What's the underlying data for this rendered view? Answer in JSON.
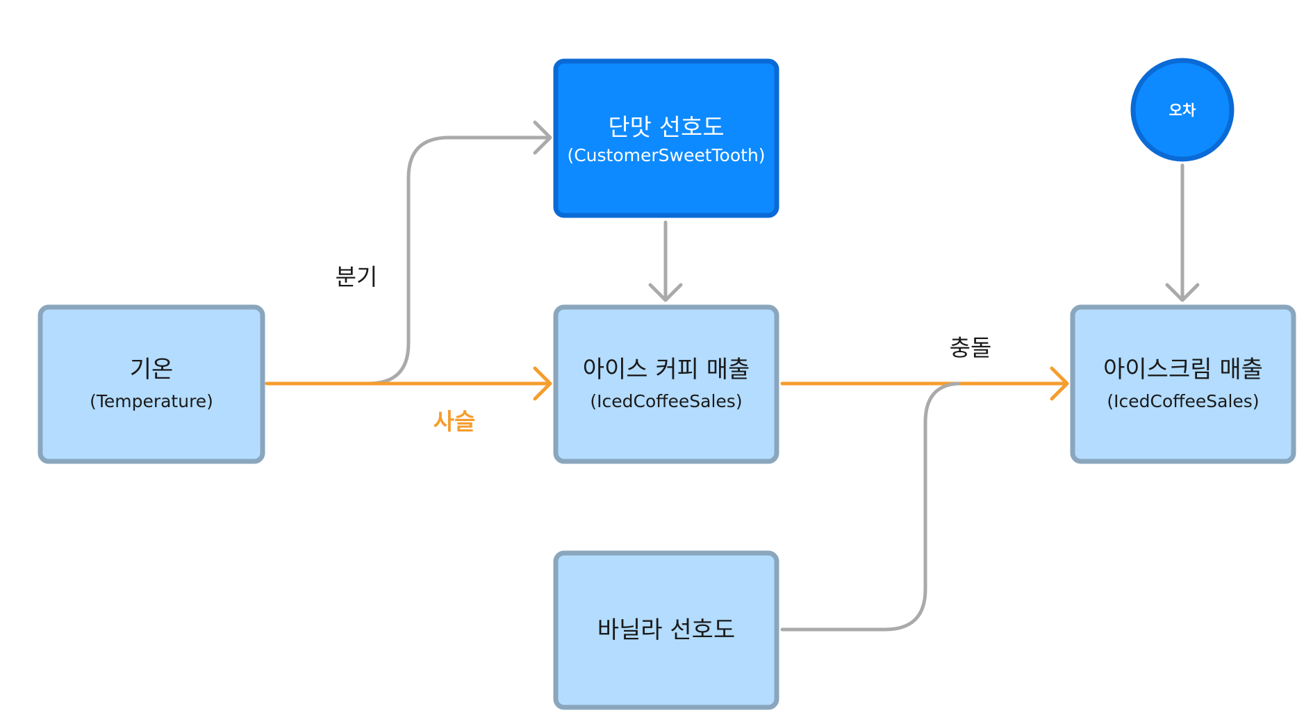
{
  "colors": {
    "node_fill": "#b3dcfe",
    "node_stroke": "#8aa6bd",
    "highlight_fill": "#0d8aff",
    "highlight_stroke": "#0a6ad6",
    "edge_gray": "#aaaaaa",
    "edge_orange": "#f59d2d",
    "text_dark": "#1a1a1a",
    "text_white": "#ffffff"
  },
  "nodes": {
    "temperature": {
      "title": "기온",
      "subtitle": "(Temperature)"
    },
    "sweet": {
      "title": "단맛 선호도",
      "subtitle": "(CustomerSweetTooth)"
    },
    "coffee": {
      "title": "아이스 커피 매출",
      "subtitle": "(IcedCoffeeSales)"
    },
    "icecream": {
      "title": "아이스크림 매출",
      "subtitle": "(IcedCoffeeSales)"
    },
    "vanilla": {
      "title": "바닐라 선호도"
    },
    "error": {
      "title": "오차"
    }
  },
  "edge_labels": {
    "fork": "분기",
    "chain": "사슬",
    "collider": "충돌"
  }
}
